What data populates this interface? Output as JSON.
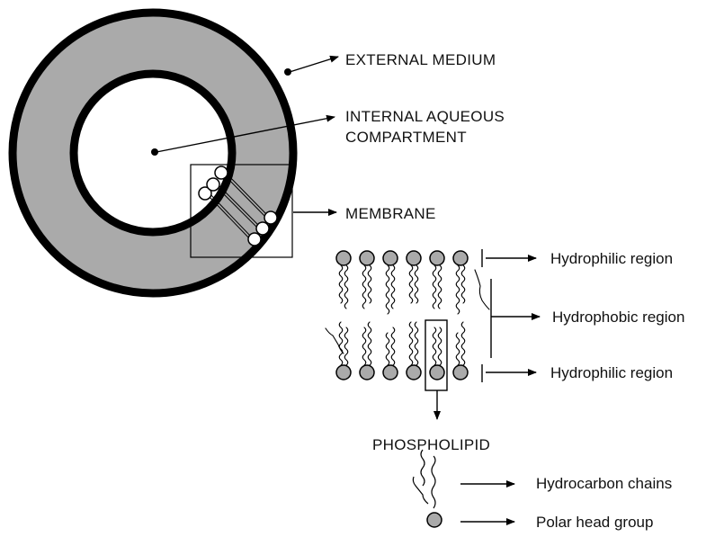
{
  "labels": {
    "external_medium": "EXTERNAL MEDIUM",
    "internal_line1": "INTERNAL AQUEOUS",
    "internal_line2": "COMPARTMENT",
    "membrane": "MEMBRANE",
    "hydrophilic_top": "Hydrophilic region",
    "hydrophobic": "Hydrophobic region",
    "hydrophilic_bottom": "Hydrophilic region",
    "phospholipid": "PHOSPHOLIPID",
    "hydrocarbon_chains": "Hydrocarbon chains",
    "polar_head_group": "Polar head group"
  },
  "colors": {
    "ring_fill": "#aaaaaa",
    "head_fill": "#aaaaaa",
    "ink": "#000000"
  }
}
